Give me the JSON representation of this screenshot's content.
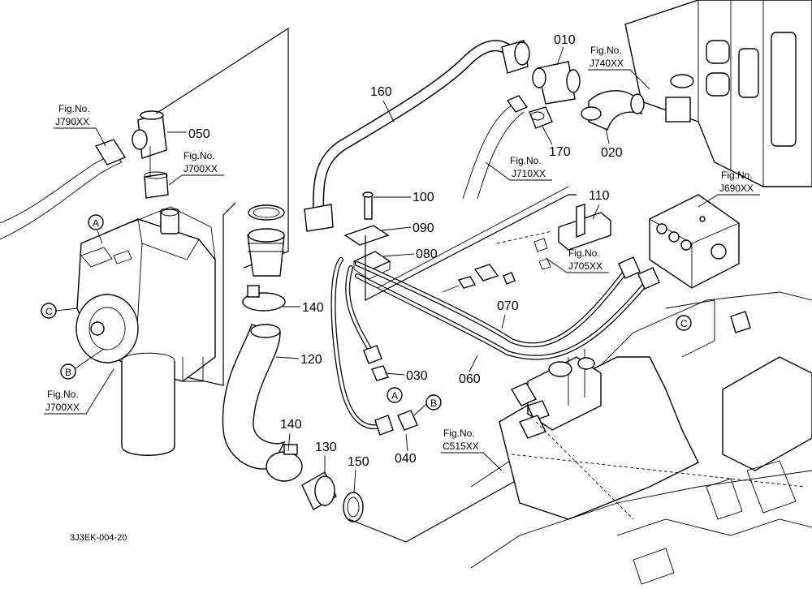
{
  "parts": {
    "p010": "010",
    "p020": "020",
    "p030": "030",
    "p040": "040",
    "p050": "050",
    "p060": "060",
    "p070": "070",
    "p080": "080",
    "p090": "090",
    "p100": "100",
    "p110": "110",
    "p120": "120",
    "p130": "130",
    "p140a": "140",
    "p140b": "140",
    "p150": "150",
    "p160": "160",
    "p170": "170"
  },
  "figs": {
    "fig_label": "Fig.No.",
    "j790": "J790XX",
    "j700_top": "J700XX",
    "j700_bottom": "J700XX",
    "j740": "J740XX",
    "j710": "J710XX",
    "j690": "J690XX",
    "j705": "J705XX",
    "c515": "C515XX"
  },
  "markers": {
    "a": "A",
    "b": "B",
    "c": "C"
  },
  "drawing_code": "3J3EK-004-20"
}
